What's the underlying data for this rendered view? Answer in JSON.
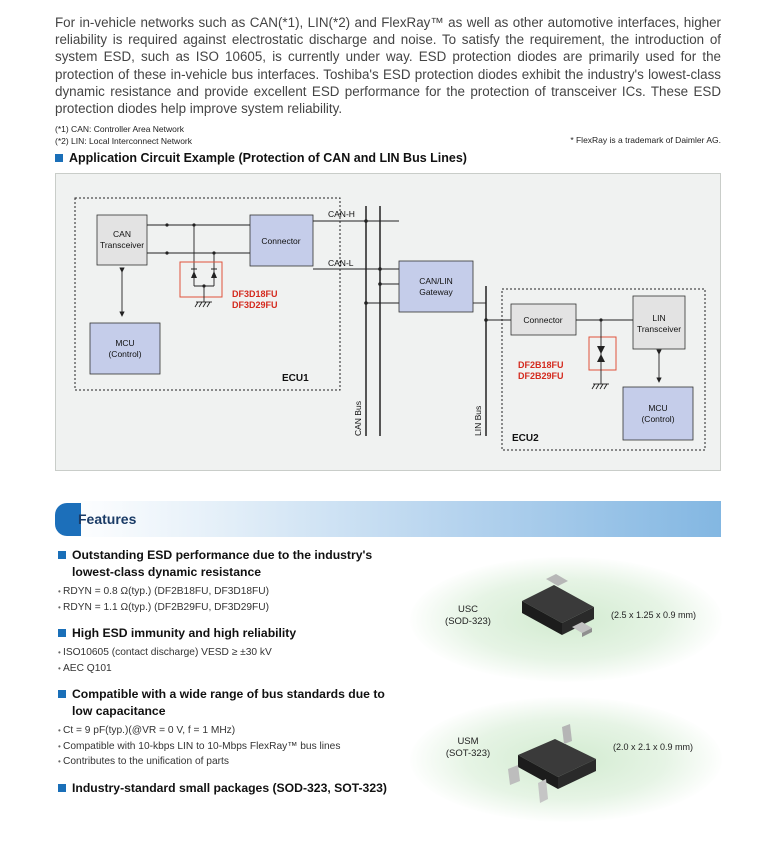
{
  "intro": {
    "text": "For in-vehicle networks such as CAN(*1), LIN(*2) and FlexRay™ as well as other automotive interfaces, higher reliability is required against electrostatic discharge and noise. To satisfy the requirement, the introduction of system ESD, such as ISO 10605, is currently under way. ESD protection diodes are primarily used for the protection of these in-vehicle bus interfaces. Toshiba's ESD protection diodes exhibit the industry's lowest-class dynamic resistance and provide excellent ESD performance for the protection of transceiver ICs. These ESD protection diodes help improve system reliability."
  },
  "notes": {
    "can": "(*1) CAN: Controller Area Network",
    "lin": "(*2) LIN: Local Interconnect Network",
    "flexray": "* FlexRay is a trademark of Daimler AG."
  },
  "circuit": {
    "heading": "Application Circuit Example (Protection of CAN and LIN Bus Lines)",
    "ecu1": {
      "label": "ECU1",
      "can_transceiver": [
        "CAN",
        "Transceiver"
      ],
      "connector": "Connector",
      "mcu": [
        "MCU",
        "(Control)"
      ],
      "diodes": [
        "DF3D18FU",
        "DF3D29FU"
      ]
    },
    "bus_lines": {
      "can_h": "CAN-H",
      "can_l": "CAN-L",
      "can_bus": "CAN Bus",
      "lin_bus": "LIN Bus"
    },
    "gateway": [
      "CAN/LIN",
      "Gateway"
    ],
    "ecu2": {
      "label": "ECU2",
      "connector": "Connector",
      "lin_transceiver": [
        "LIN",
        "Transceiver"
      ],
      "mcu": [
        "MCU",
        "(Control)"
      ],
      "diodes": [
        "DF2B18FU",
        "DF2B29FU"
      ]
    }
  },
  "features_title": "Features",
  "features": [
    {
      "title": "Outstanding ESD performance due to the industry's lowest-class dynamic resistance",
      "items": [
        "RDYN = 0.8 Ω(typ.) (DF2B18FU, DF3D18FU)",
        "RDYN = 1.1 Ω(typ.) (DF2B29FU, DF3D29FU)"
      ]
    },
    {
      "title": "High ESD immunity and high reliability",
      "items": [
        "ISO10605 (contact discharge) VESD ≥ ±30 kV",
        "AEC Q101"
      ]
    },
    {
      "title": "Compatible with a wide range of bus standards due to low capacitance",
      "items": [
        "Ct = 9 pF(typ.)(@VR = 0 V, f = 1 MHz)",
        "Compatible with 10-kbps LIN to 10-Mbps FlexRay™ bus lines",
        "Contributes to the unification of parts"
      ]
    },
    {
      "title": "Industry-standard small packages (SOD-323, SOT-323)",
      "items": []
    }
  ],
  "packages": [
    {
      "name": "USC",
      "code": "(SOD-323)",
      "dims": "(2.5 x 1.25 x 0.9 mm)"
    },
    {
      "name": "USM",
      "code": "(SOT-323)",
      "dims": "(2.0 x 2.1 x 0.9 mm)"
    }
  ],
  "colors": {
    "accent": "#1a6fb8",
    "diode_label": "#d42a1e",
    "block_fill": "#c5cdea",
    "box_gray": "#e3e3e3"
  }
}
